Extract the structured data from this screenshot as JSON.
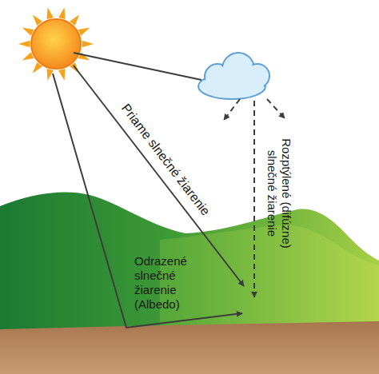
{
  "diagram": {
    "labels": [
      "Priame slnečné žiarenie",
      "Rozptýlené (difúzne) slnečné žiarenie",
      "Odrazené slnečné žiarenie (Albedo)"
    ]
  }
}
